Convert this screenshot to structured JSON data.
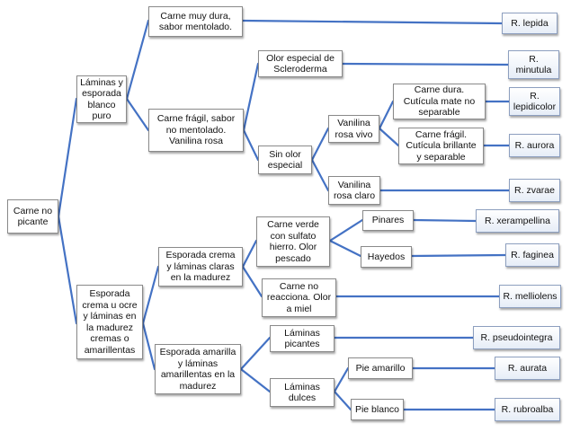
{
  "colors": {
    "connector": "#4472c4",
    "box_border": "#8a8a8a",
    "leaf_fill": "#e6edf7"
  },
  "nodes": {
    "carne_no_picante": "Carne no\npicante",
    "laminas_blanco": "Láminas y\nesporada\nblanco\npuro",
    "carne_dura": "Carne muy dura,\nsabor mentolado.",
    "carne_fragil": "Carne frágil, sabor\nno mentolado.\nVanilina rosa",
    "olor_scleroderma": "Olor especial de\nScleroderma",
    "sin_olor": "Sin olor\nespecial",
    "vanilina_vivo": "Vanilina\nrosa vivo",
    "vanilina_claro": "Vanilina\nrosa claro",
    "cuticula_mate": "Carne dura.\nCutícula mate  no\nseparable",
    "cuticula_brillante": "Carne frágil.\nCutícula brillante\ny separable",
    "esporada_ocre": "Esporada\ncrema u ocre\ny láminas en\nla madurez\ncremas o\namarillentas",
    "esporada_crema": "Esporada crema\ny láminas claras\nen la madurez",
    "esporada_amarilla": "Esporada amarilla\ny láminas\namarillentas en la\nmadurez",
    "carne_verde": "Carne verde\ncon sulfato\nhierro. Olor\npescado",
    "no_reacciona": "Carne no\nreacciona. Olor\na miel",
    "pinares": "Pinares",
    "hayedos": "Hayedos",
    "laminas_picantes": "Láminas\npicantes",
    "laminas_dulces": "Láminas\ndulces",
    "pie_amarillo": "Pie amarillo",
    "pie_blanco": "Pie blanco"
  },
  "species": {
    "lepida": "R. lepida",
    "minutula": "R.\nminutula",
    "lepidicolor": "R.\nlepidicolor",
    "aurora": "R. aurora",
    "zvarae": "R. zvarae",
    "xerampellina": "R. xerampellina",
    "faginea": "R. faginea",
    "melliolens": "R. melliolens",
    "pseudointegra": "R. pseudointegra",
    "aurata": "R. aurata",
    "rubroalba": "R. rubroalba"
  }
}
